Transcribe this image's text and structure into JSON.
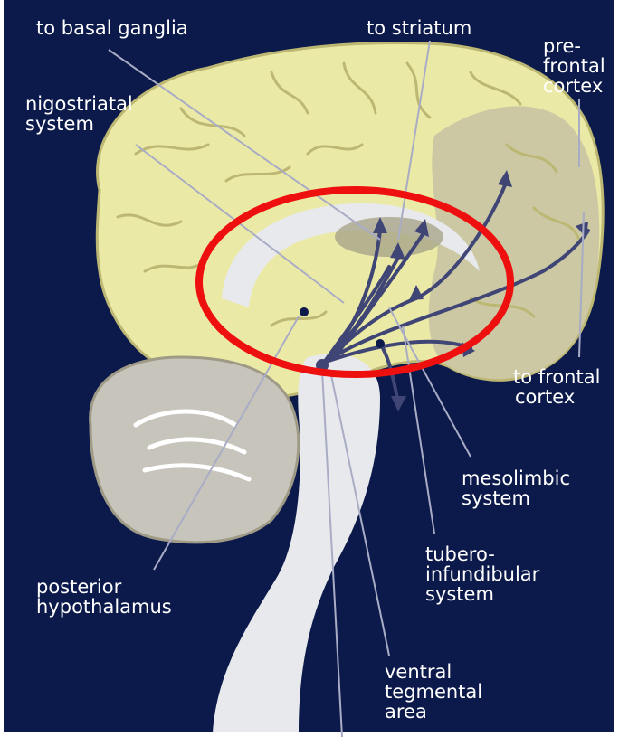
{
  "labels": {
    "to_basal_ganglia": [
      "to basal ganglia"
    ],
    "to_striatum": [
      "to striatum"
    ],
    "nigostriatal_system": [
      "nigostriatal",
      "system"
    ],
    "prefrontal_cortex": [
      "pre-",
      "frontal",
      "cortex"
    ],
    "to_frontal_cortex": [
      "to frontal",
      "cortex"
    ],
    "mesolimbic_system": [
      "mesolimbic",
      "system"
    ],
    "tuberoinfundibular_system": [
      "tubero-",
      "infundibular",
      "system"
    ],
    "posterior_hypothalamus": [
      "posterior",
      "hypothalamus"
    ],
    "ventral_tegmental_area": [
      "ventral",
      "tegmental",
      "area"
    ]
  },
  "colors": {
    "background": "#0c1a4b",
    "cortex": "#ebe9a6",
    "cortex_folds": "#bdb774",
    "prefrontal_region": "#c9c6a2",
    "cerebellum": "#c7c4bc",
    "brainstem": "#e8e9ec",
    "pathway": "#3f4575",
    "label_text": "#ffffff",
    "highlight_ellipse": "#ee0f0f"
  }
}
